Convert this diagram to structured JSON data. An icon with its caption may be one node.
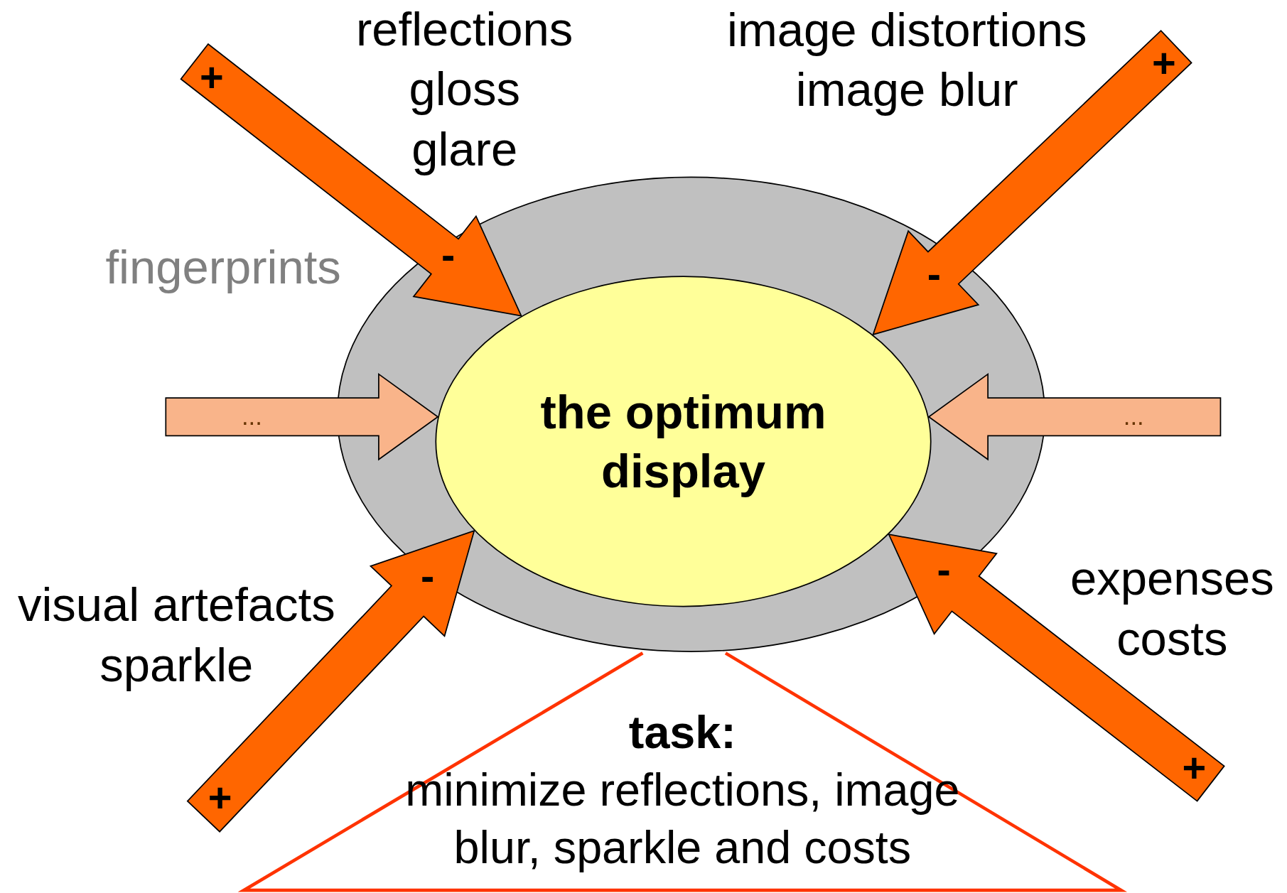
{
  "diagram": {
    "nodes": [
      {
        "text": [],
        "shape": "ellipse"
      },
      {
        "text": [
          "the optimum display"
        ],
        "in": 0
      },
      {
        "text": [
          "task:",
          "minimize reflections, image blur, sparkle and costs"
        ]
      }
    ],
    "edges": [
      {
        "from": null,
        "to": 1,
        "arrow": "to"
      },
      {
        "from": null,
        "to": 1,
        "arrow": "to"
      },
      {
        "from": null,
        "to": 1,
        "arrow": "to",
        "label": "...",
        "color": "#f9b48a"
      },
      {
        "from": null,
        "to": 1,
        "arrow": "to",
        "label": "...",
        "color": "#f9b48a"
      },
      {
        "from": null,
        "to": 1,
        "arrow": "to"
      },
      {
        "from": null,
        "to": 1,
        "arrow": "to"
      }
    ],
    "labels": [
      "reflections gloss glare",
      "image distortions image blur",
      "+",
      "+",
      "-",
      "fingerprints",
      "-",
      "-",
      "-",
      "expenses costs",
      "visual artefacts sparkle",
      "+",
      "+"
    ]
  }
}
